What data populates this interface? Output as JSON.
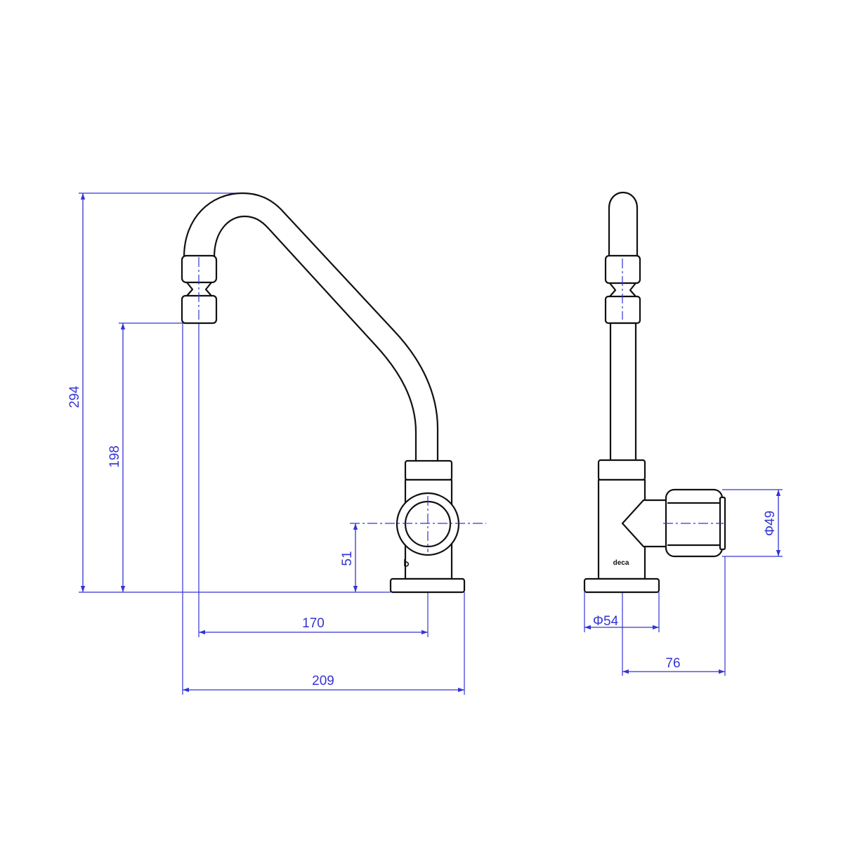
{
  "front_view": {
    "dimensions": {
      "overall_height": "294",
      "outlet_height": "198",
      "handle_axis_height": "51",
      "spout_reach": "170",
      "overall_length": "209"
    }
  },
  "side_view": {
    "brand": "deca",
    "dimensions": {
      "handle_diameter": "Φ49",
      "base_diameter": "Φ54",
      "handle_projection": "76"
    }
  },
  "colors": {
    "outline": "#111111",
    "dimension": "#3434d4",
    "background": "#ffffff"
  }
}
